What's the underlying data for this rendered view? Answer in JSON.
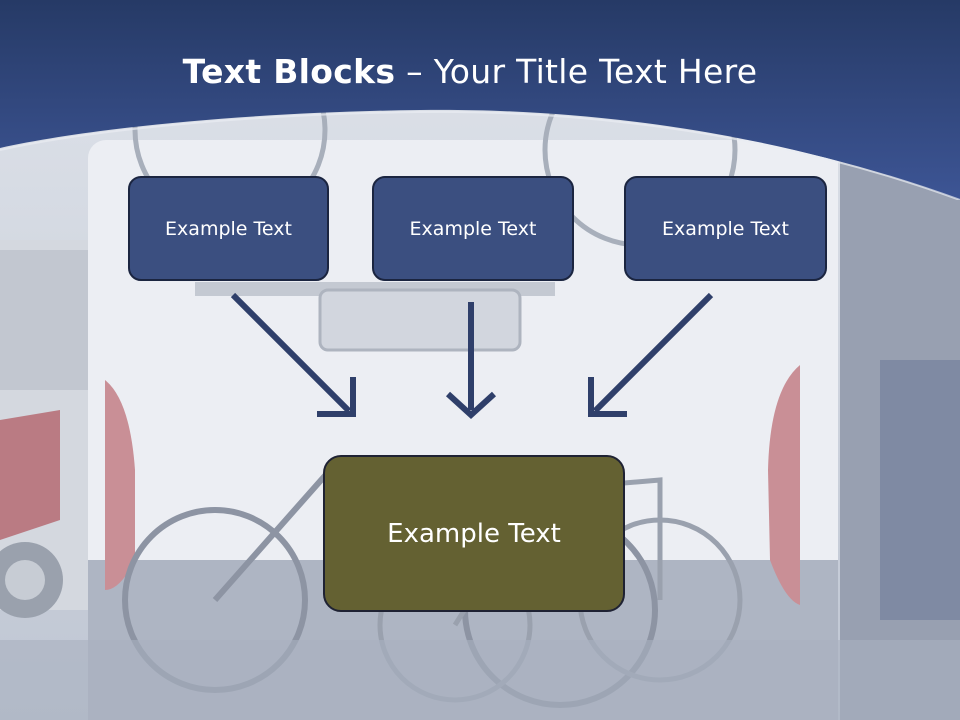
{
  "title": {
    "bold": "Text Blocks",
    "rest": " – Your Title Text Here"
  },
  "boxes": [
    {
      "label": "Example Text"
    },
    {
      "label": "Example Text"
    },
    {
      "label": "Example Text"
    }
  ],
  "center_box": {
    "label": "Example Text"
  },
  "colors": {
    "header": "#2f4476",
    "box": "#3b4f80",
    "center_box": "#646132",
    "arrow": "#2f3f6a"
  }
}
